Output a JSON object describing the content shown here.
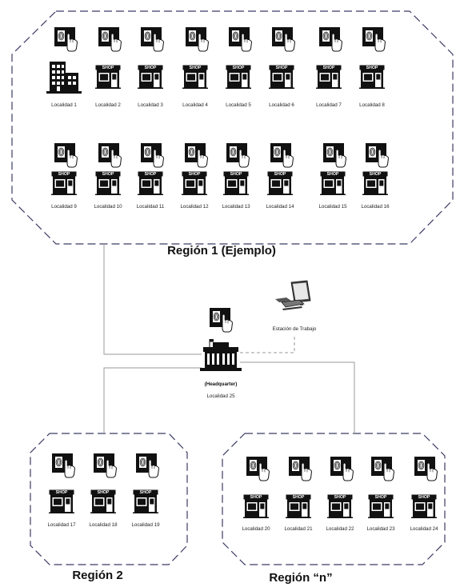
{
  "regions": [
    {
      "id": "r1",
      "title": "Región 1 (Ejemplo)"
    },
    {
      "id": "r2",
      "title": "Región 2"
    },
    {
      "id": "rn",
      "title": "Región “n”"
    }
  ],
  "locations": [
    {
      "label": "Localidad 1",
      "type": "building",
      "region": "r1"
    },
    {
      "label": "Localidad 2",
      "type": "shop",
      "region": "r1"
    },
    {
      "label": "Localidad 3",
      "type": "shop",
      "region": "r1"
    },
    {
      "label": "Localidad 4",
      "type": "shop",
      "region": "r1"
    },
    {
      "label": "Localidad 5",
      "type": "shop",
      "region": "r1"
    },
    {
      "label": "Localidad 6",
      "type": "shop",
      "region": "r1"
    },
    {
      "label": "Localidad 7",
      "type": "shop",
      "region": "r1"
    },
    {
      "label": "Localidad 8",
      "type": "shop",
      "region": "r1"
    },
    {
      "label": "Localidad 9",
      "type": "shop",
      "region": "r1"
    },
    {
      "label": "Localidad 10",
      "type": "shop",
      "region": "r1"
    },
    {
      "label": "Localidad 11",
      "type": "shop",
      "region": "r1"
    },
    {
      "label": "Localidad 12",
      "type": "shop",
      "region": "r1"
    },
    {
      "label": "Localidad 13",
      "type": "shop",
      "region": "r1"
    },
    {
      "label": "Localidad 14",
      "type": "shop",
      "region": "r1"
    },
    {
      "label": "Localidad 15",
      "type": "shop",
      "region": "r1"
    },
    {
      "label": "Localidad 16",
      "type": "shop",
      "region": "r1"
    },
    {
      "label": "Localidad 17",
      "type": "shop",
      "region": "r2"
    },
    {
      "label": "Localidad 18",
      "type": "shop",
      "region": "r2"
    },
    {
      "label": "Localidad 19",
      "type": "shop",
      "region": "r2"
    },
    {
      "label": "Localidad 20",
      "type": "shop",
      "region": "rn"
    },
    {
      "label": "Localidad 21",
      "type": "shop",
      "region": "rn"
    },
    {
      "label": "Localidad 22",
      "type": "shop",
      "region": "rn"
    },
    {
      "label": "Localidad 23",
      "type": "shop",
      "region": "rn"
    },
    {
      "label": "Localidad 24",
      "type": "shop",
      "region": "rn"
    }
  ],
  "headquarter": {
    "title": "(Headquarter)",
    "label": "Localidad 25"
  },
  "workstation": {
    "label": "Estación de Trabajo"
  },
  "shop_sign": "SHOP",
  "icons": {
    "fingerprint_terminal": "fingerprint-terminal-icon",
    "shop": "shop-icon",
    "office_building": "office-building-icon",
    "headquarter": "headquarter-building-icon",
    "computer": "computer-workstation-icon"
  },
  "colors": {
    "border": "#3b3b66",
    "line": "#9a9a9a",
    "icon": "#111111"
  }
}
